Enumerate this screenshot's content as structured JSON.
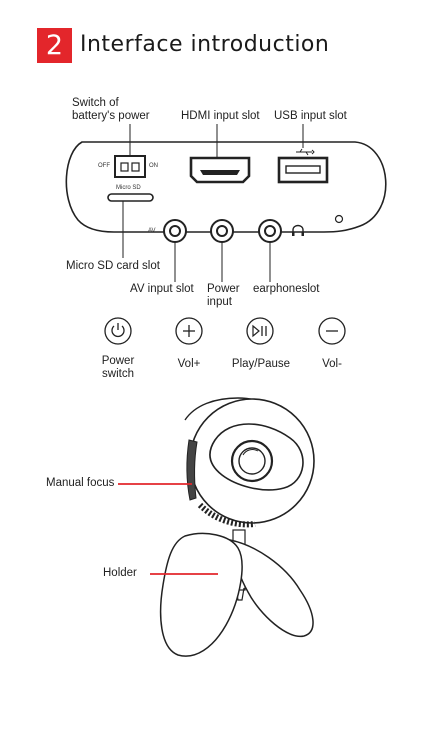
{
  "header": {
    "step_number": "2",
    "title": "Interface introduction"
  },
  "panel_labels": {
    "battery_switch": "Switch of\nbattery's power",
    "hdmi": "HDMI input slot",
    "usb": "USB input slot",
    "micro_sd_card": "Micro SD card slot",
    "av": "AV input slot",
    "power_input": "Power\ninput",
    "earphone": "earphoneslot"
  },
  "panel_markings": {
    "off": "OFF",
    "on": "ON",
    "micro_sd": "Micro SD",
    "av": "AV"
  },
  "buttons": [
    {
      "label": "Power\nswitch",
      "icon": "power-icon"
    },
    {
      "label": "Vol+",
      "icon": "plus-icon"
    },
    {
      "label": "Play/Pause",
      "icon": "play-pause-icon"
    },
    {
      "label": "Vol-",
      "icon": "minus-icon"
    }
  ],
  "projector_labels": {
    "manual_focus": "Manual focus",
    "holder": "Holder"
  },
  "colors": {
    "accent": "#e3262b",
    "line": "#222222"
  }
}
